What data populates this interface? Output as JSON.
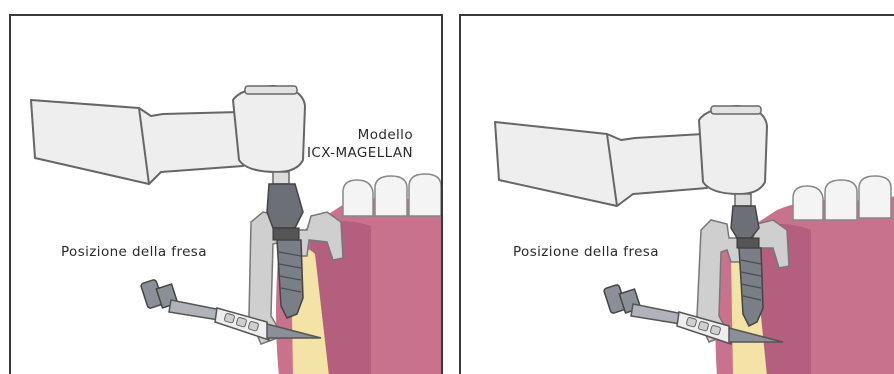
{
  "panels": [
    {
      "model_label_line1": "Modello",
      "model_label_line2": "ICX-MAGELLAN",
      "bur_label": "Posizione della fresa"
    },
    {
      "bur_label": "Posizione della fresa"
    }
  ],
  "colors": {
    "gum": "#c9728e",
    "gum_dark": "#b45f7d",
    "bone": "#f4e3a6",
    "handpiece": "#eeeeee",
    "outline": "#666666",
    "metal": "#777b82",
    "guide": "#cfcfcf"
  }
}
